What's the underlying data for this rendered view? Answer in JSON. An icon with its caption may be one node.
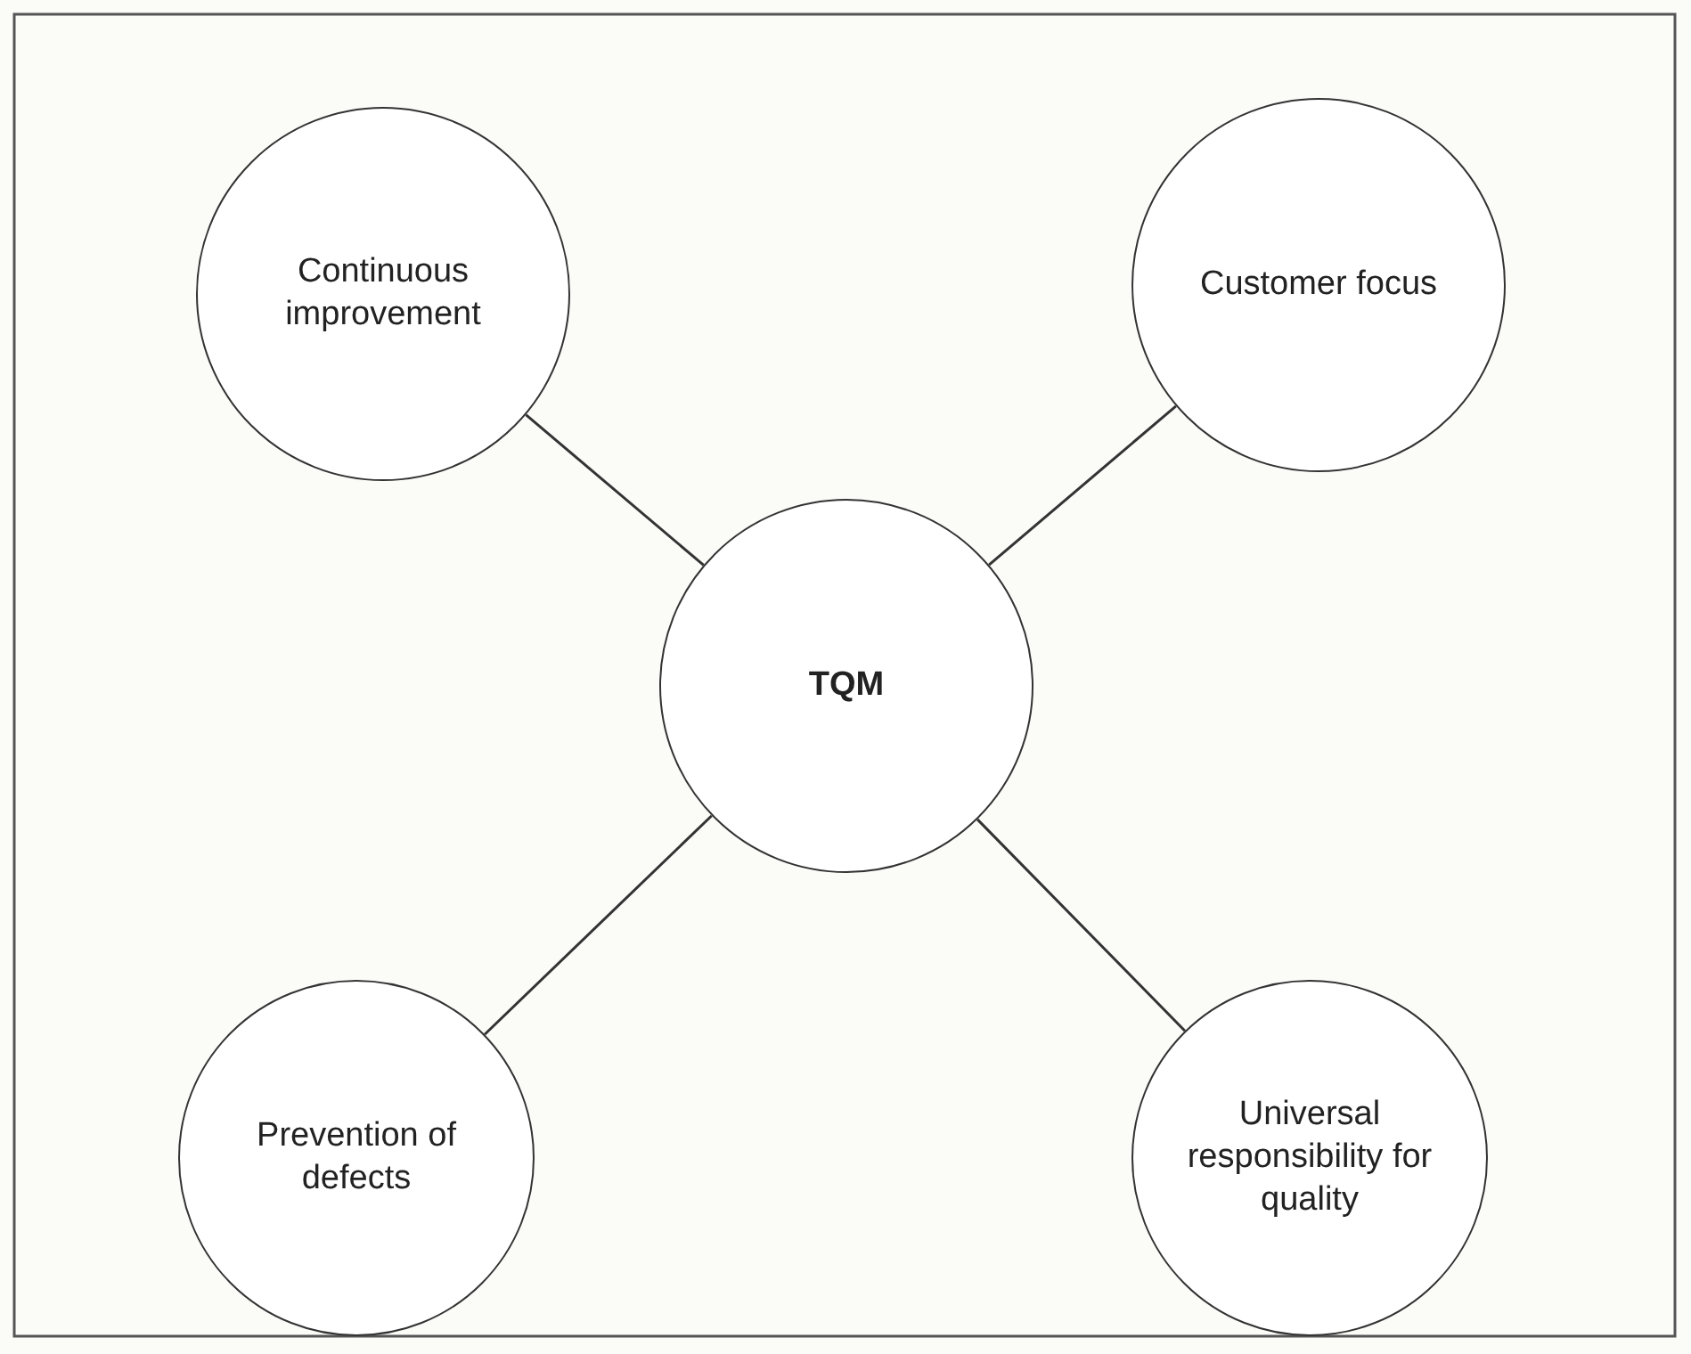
{
  "diagram": {
    "nodes": [
      {
        "text": [
          "TQM"
        ]
      },
      {
        "text": [
          "Continuous improvement"
        ]
      },
      {
        "text": [
          "Customer focus"
        ]
      },
      {
        "text": [
          "Prevention of defects"
        ]
      },
      {
        "text": [
          "Universal responsibility for quality"
        ]
      }
    ],
    "edges": [
      {
        "from": 0,
        "to": 1,
        "arrow": "none"
      },
      {
        "from": 0,
        "to": 2,
        "arrow": "none"
      },
      {
        "from": 0,
        "to": 3,
        "arrow": "none"
      },
      {
        "from": 0,
        "to": 4,
        "arrow": "none"
      }
    ]
  }
}
